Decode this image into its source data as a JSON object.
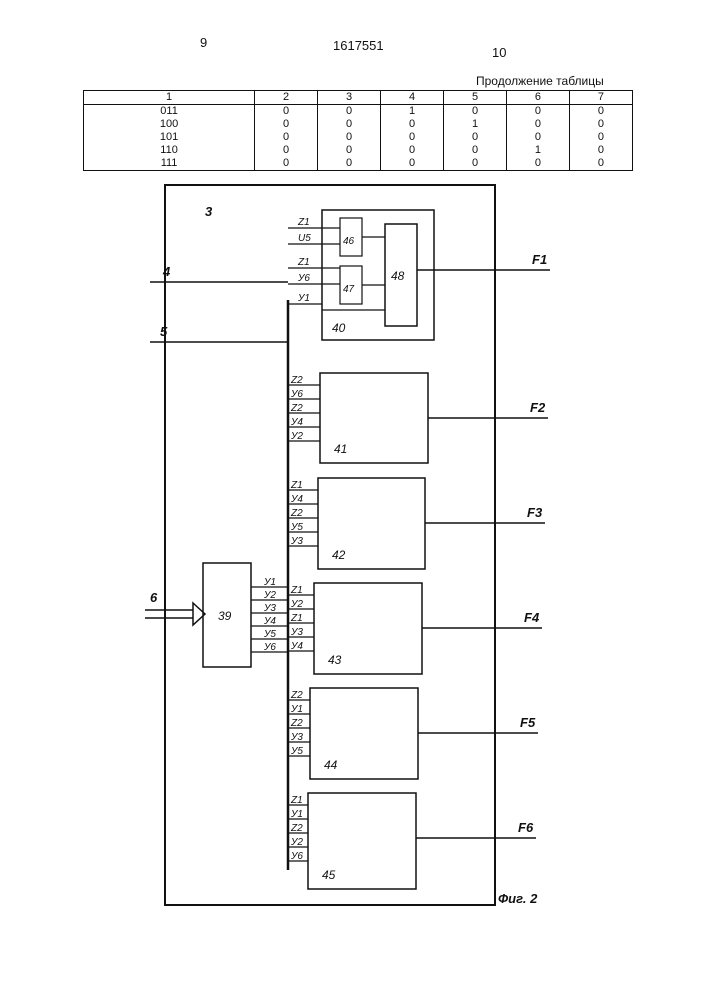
{
  "page": {
    "left": "9",
    "center": "1617551",
    "right": "10"
  },
  "table": {
    "caption": "Продолжение таблицы",
    "headers": [
      "1",
      "2",
      "3",
      "4",
      "5",
      "6",
      "7"
    ],
    "rows": [
      [
        "011",
        "0",
        "0",
        "1",
        "0",
        "0",
        "0"
      ],
      [
        "100",
        "0",
        "0",
        "0",
        "1",
        "0",
        "0"
      ],
      [
        "101",
        "0",
        "0",
        "0",
        "0",
        "0",
        "0"
      ],
      [
        "110",
        "0",
        "0",
        "0",
        "0",
        "1",
        "0"
      ],
      [
        "111",
        "0",
        "0",
        "0",
        "0",
        "0",
        "0"
      ]
    ]
  },
  "diagram": {
    "frame_label": "3",
    "caption": "Фиг. 2",
    "inputs": [
      "4",
      "5",
      "6"
    ],
    "decoder": {
      "label": "39",
      "outputs": [
        "У1",
        "У2",
        "У3",
        "У4",
        "У5",
        "У6"
      ]
    },
    "blocks": [
      {
        "label": "40",
        "output": "F1",
        "inputs": [
          "Z1",
          "U5",
          "Z1",
          "У6",
          "У1"
        ],
        "sub": [
          {
            "label": "46"
          },
          {
            "label": "47"
          },
          {
            "label": "48"
          }
        ]
      },
      {
        "label": "41",
        "output": "F2",
        "inputs": [
          "Z2",
          "У6",
          "Z2",
          "У4",
          "У2"
        ]
      },
      {
        "label": "42",
        "output": "F3",
        "inputs": [
          "Z1",
          "У4",
          "Z2",
          "У5",
          "У3"
        ]
      },
      {
        "label": "43",
        "output": "F4",
        "inputs": [
          "Z1",
          "У2",
          "Z1",
          "У3",
          "У4"
        ]
      },
      {
        "label": "44",
        "output": "F5",
        "inputs": [
          "Z2",
          "У1",
          "Z2",
          "У3",
          "У5"
        ]
      },
      {
        "label": "45",
        "output": "F6",
        "inputs": [
          "Z1",
          "У1",
          "Z2",
          "У2",
          "У6"
        ]
      }
    ]
  }
}
